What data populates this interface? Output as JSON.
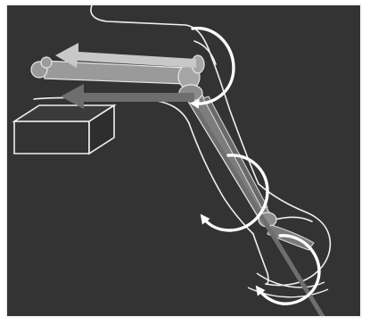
{
  "figure": {
    "background_color": "#333333",
    "outline_color": "#f0f0f0",
    "bone_color": "#9a9a9a",
    "arrow_light_color": "#c8c8c8",
    "arrow_dark_color": "#6e6e6e",
    "rotation_arrow_color": "#ffffff",
    "rotation_arrows": [
      {
        "icon": "curved-arrow-counterclockwise",
        "location": "knee"
      },
      {
        "icon": "curved-arrow-counterclockwise",
        "location": "shin"
      },
      {
        "icon": "curved-arrow-counterclockwise",
        "location": "ankle"
      }
    ],
    "straight_arrows": [
      {
        "icon": "left-arrow",
        "shade": "light"
      },
      {
        "icon": "left-arrow",
        "shade": "dark"
      },
      {
        "icon": "diagonal-line",
        "shade": "dark"
      }
    ]
  }
}
